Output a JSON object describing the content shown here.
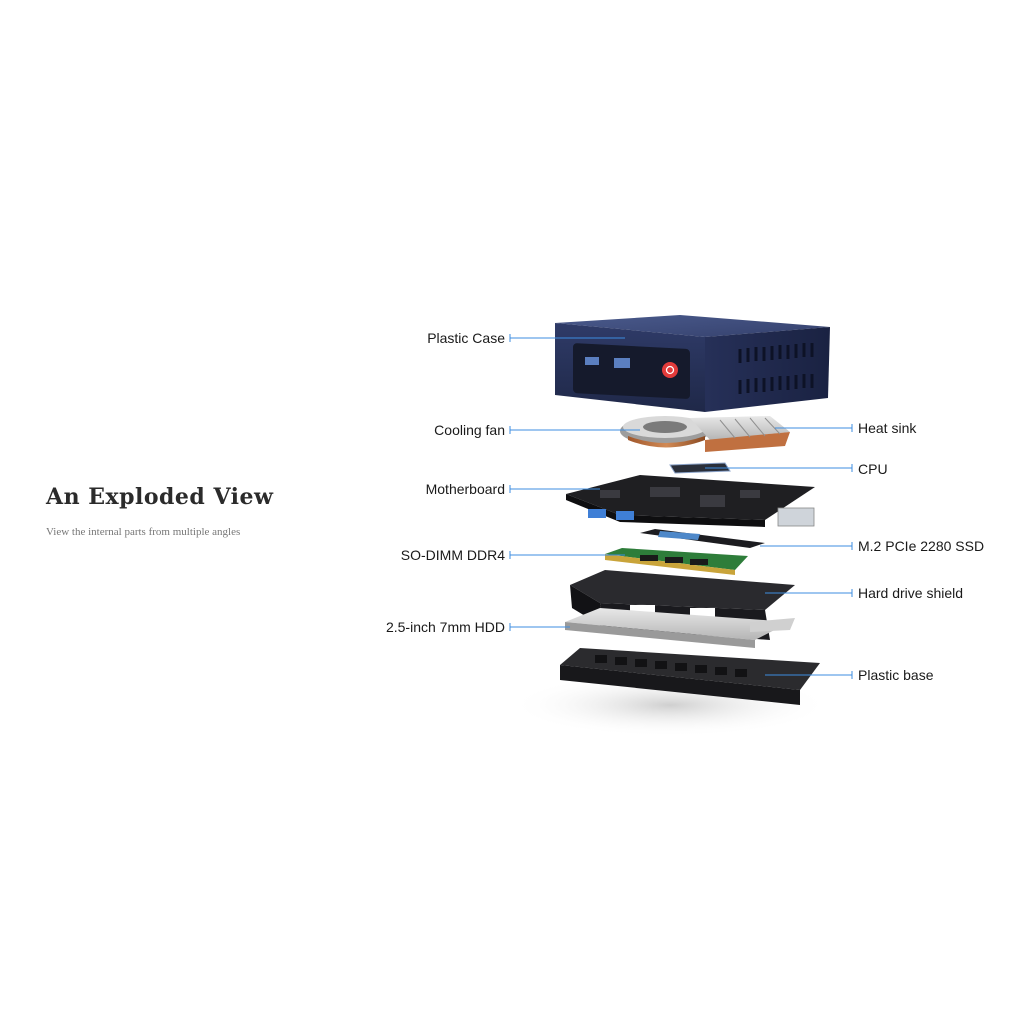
{
  "heading": {
    "title": "An Exploded View",
    "subtitle": "View the internal parts from multiple angles"
  },
  "labels": {
    "plastic_case": "Plastic Case",
    "cooling_fan": "Cooling fan",
    "heat_sink": "Heat sink",
    "cpu": "CPU",
    "motherboard": "Motherboard",
    "ssd": "M.2 PCIe 2280 SSD",
    "sodimm": "SO-DIMM DDR4",
    "hdd_shield": "Hard drive shield",
    "hdd": "2.5-inch 7mm HDD",
    "plastic_base": "Plastic base"
  },
  "colors": {
    "leader_line": "#3d8de0",
    "case_blue": "#2c3a66",
    "power_button": "#e23b3b"
  }
}
